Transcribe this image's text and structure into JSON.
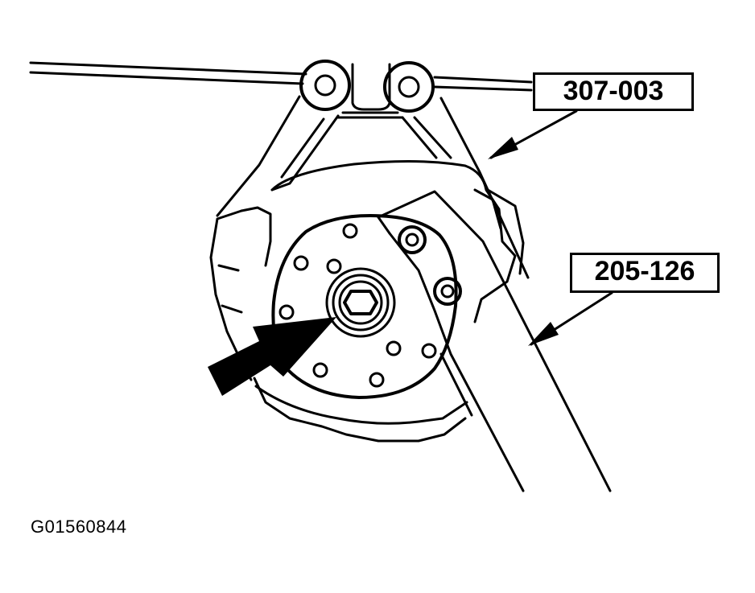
{
  "callouts": {
    "tool_holder": "307-003",
    "tool_wrench": "205-126"
  },
  "figure_id": "G01560844",
  "colors": {
    "line": "#000000",
    "background": "#ffffff"
  }
}
